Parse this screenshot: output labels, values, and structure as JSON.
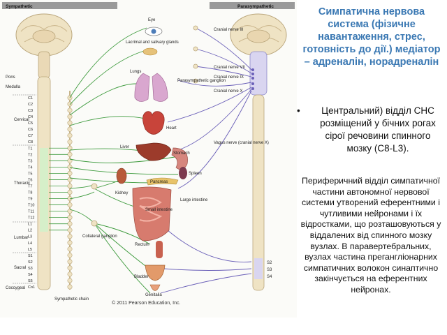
{
  "title": "Симпатична нервова система (фізичне навантаження, стрес, готовність до дії.) медіатор – адреналін, норадреналін",
  "bullet": "Центральний) відділ СНС розміщений у бічних рогах сірої речовини спинного мозку (C8-L3).",
  "paragraph": "Периферичний відділ симпатичної частини автономної нервової системи утворений еферентними і чутливими нейронами і їх відростками, що розташовуються у віддалених від спинного мозку вузлах. В паравертебральних, вузлах частина прегангліонарних симпатичних волокон синаптично закінчується на еферентних нейронах.",
  "diagram": {
    "sympathetic_label": "Sympathetic",
    "parasympathetic_label": "Parasympathetic",
    "pons": "Pons",
    "medulla": "Medulla",
    "cervical": "Cervical",
    "thoracic": "Thoracic",
    "lumbar": "Lumbar",
    "sacral": "Sacral",
    "coccygeal": "Coccygeal",
    "segments": [
      "C1",
      "C2",
      "C3",
      "C4",
      "C5",
      "C6",
      "C7",
      "C8",
      "T1",
      "T2",
      "T3",
      "T4",
      "T5",
      "T6",
      "T7",
      "T8",
      "T9",
      "T10",
      "T11",
      "T12",
      "L1",
      "L2",
      "L3",
      "L4",
      "L5",
      "S1",
      "S2",
      "S3",
      "S4",
      "S5",
      "Co1"
    ],
    "sympathetic_chain": "Sympathetic chain",
    "collateral_ganglion": "Collateral ganglion",
    "eye": "Eye",
    "lacrimal": "Lacrimal and salivary glands",
    "lungs": "Lungs",
    "parasympathetic_ganglion": "Parasympathetic ganglion",
    "heart": "Heart",
    "liver": "Liver",
    "stomach": "Stomach",
    "spleen": "Spleen",
    "pancreas": "Pancreas",
    "kidney": "Kidney",
    "large_intestine": "Large intestine",
    "small_intestine": "Small intestine",
    "rectum": "Rectum",
    "bladder": "Bladder",
    "genitalia": "Genitalia",
    "cranial_nerve_iii": "Cranial nerve III",
    "cranial_nerve_vii": "Cranial nerve VII",
    "cranial_nerve_ix": "Cranial nerve IX",
    "cranial_nerve_x": "Cranial nerve X",
    "vagus_nerve": "Vagus nerve (cranial nerve X)",
    "s2": "S2",
    "s3": "S3",
    "s4": "S4"
  },
  "copyright": "© 2011 Pearson Education, Inc."
}
